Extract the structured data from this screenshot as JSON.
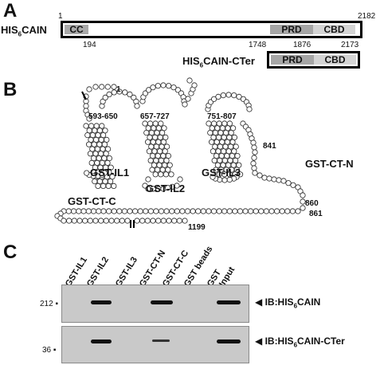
{
  "panels": {
    "a": "A",
    "b": "B",
    "c": "C"
  },
  "panel_a": {
    "construct1_name": "HIS",
    "construct1_sub": "6",
    "construct1_suffix": "CAIN",
    "construct2_name": "HIS",
    "construct2_sub": "6",
    "construct2_suffix": "CAIN-CTer",
    "start": "1",
    "end": "2182",
    "cc_label": "CC",
    "cc_end": "194",
    "prd_label": "PRD",
    "cbd_label": "CBD",
    "prd_start": "1748",
    "prd_end": "1876",
    "cbd_end": "2173",
    "colors": {
      "cc": "#a9a9a9",
      "prd": "#a6a6a6",
      "cbd": "#d4d4d4"
    }
  },
  "panel_b": {
    "n_term": "1",
    "il1_range": "593-650",
    "il2_range": "657-727",
    "il3_range": "751-807",
    "res_841": "841",
    "res_860": "860",
    "res_861": "861",
    "c_term": "1199",
    "labels": {
      "il1": "GST-IL1",
      "il2": "GST-IL2",
      "il3": "GST-IL3",
      "ctn": "GST-CT-N",
      "ctc": "GST-CT-C"
    }
  },
  "panel_c": {
    "lanes": [
      "GST-IL1",
      "GST-IL2",
      "GST-IL3",
      "GST-CT-N",
      "GST-CT-C",
      "GST beads",
      "GST",
      "Input"
    ],
    "blot1": {
      "marker": "212",
      "ib_prefix": "IB:HIS",
      "ib_sub": "6",
      "ib_suffix": "CAIN"
    },
    "blot2": {
      "marker": "36",
      "ib_prefix": "IB:HIS",
      "ib_sub": "6",
      "ib_suffix": "CAIN-CTer"
    }
  }
}
